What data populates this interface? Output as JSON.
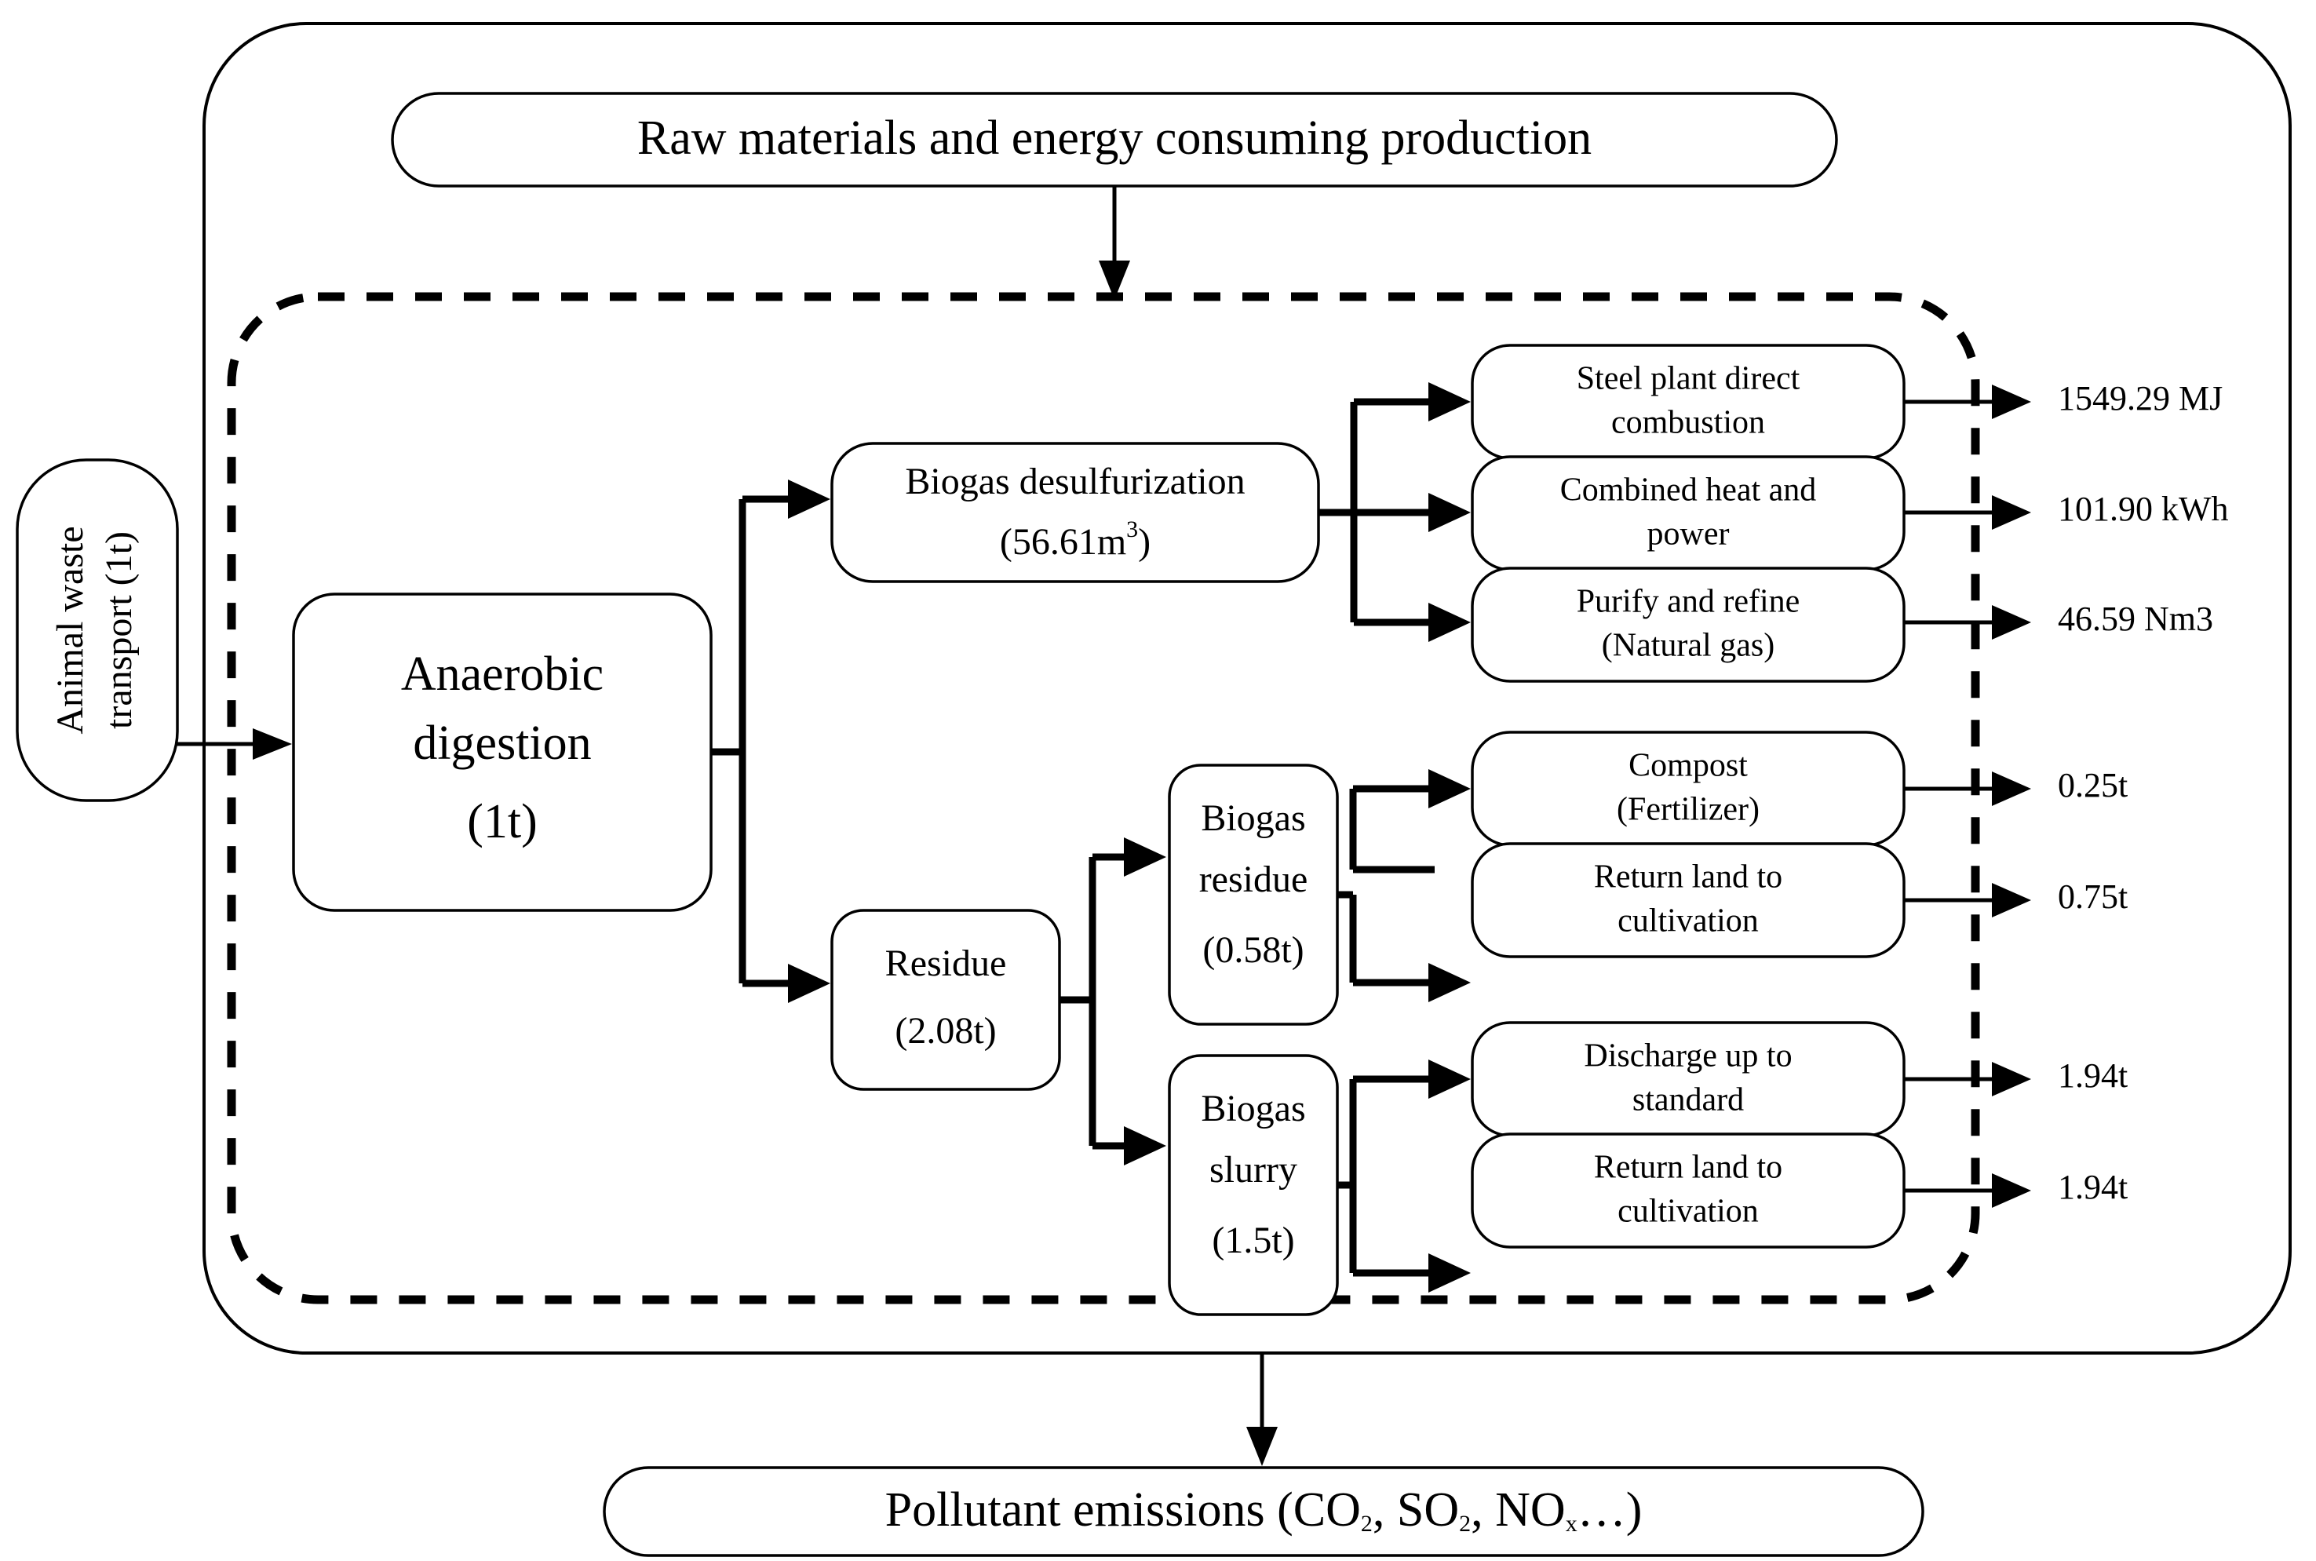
{
  "diagram": {
    "title_banner": "Raw materials and energy consuming production",
    "bottom_banner": {
      "prefix": "Pollutant emissions (CO",
      "sub1": "2",
      "mid1": ", SO",
      "sub2": "2",
      "mid2": ", NO",
      "sub3": "x",
      "suffix": "…)"
    },
    "input": {
      "label_line1": "Animal waste",
      "label_line2": "transport (1t)"
    },
    "nodes": {
      "anaerobic": {
        "line1": "Anaerobic",
        "line2": "digestion",
        "line3": "(1t)"
      },
      "desulfurization": {
        "line1": "Biogas desulfurization",
        "amount_prefix": "(56.61m",
        "amount_sup": "3",
        "amount_suffix": ")"
      },
      "residue": {
        "line1": "Residue",
        "line2": "(2.08t)"
      },
      "biogas_residue": {
        "line1": "Biogas",
        "line2": "residue",
        "line3": "(0.58t)"
      },
      "biogas_slurry": {
        "line1": "Biogas",
        "line2": "slurry",
        "line3": "(1.5t)"
      },
      "steel_plant": {
        "line1": "Steel plant direct",
        "line2": "combustion"
      },
      "chp": {
        "line1": "Combined heat and",
        "line2": "power"
      },
      "purify": {
        "line1": "Purify and refine",
        "line2": "(Natural gas)"
      },
      "compost": {
        "line1": "Compost",
        "line2": "(Fertilizer)"
      },
      "return_land_1": {
        "line1": "Return land to",
        "line2": "cultivation"
      },
      "discharge": {
        "line1": "Discharge up to",
        "line2": "standard"
      },
      "return_land_2": {
        "line1": "Return land to",
        "line2": "cultivation"
      }
    },
    "outputs": [
      {
        "id": "out-steel-plant",
        "value": "1549.29 MJ"
      },
      {
        "id": "out-chp",
        "value": "101.90 kWh"
      },
      {
        "id": "out-purify",
        "value": "46.59 Nm3"
      },
      {
        "id": "out-compost",
        "value": "0.25t"
      },
      {
        "id": "out-return-land-1",
        "value": "0.75t"
      },
      {
        "id": "out-discharge",
        "value": "1.94t"
      },
      {
        "id": "out-return-land-2",
        "value": "1.94t"
      }
    ],
    "colors": {
      "stroke": "#000000",
      "fill": "#ffffff",
      "background": "#ffffff"
    }
  }
}
